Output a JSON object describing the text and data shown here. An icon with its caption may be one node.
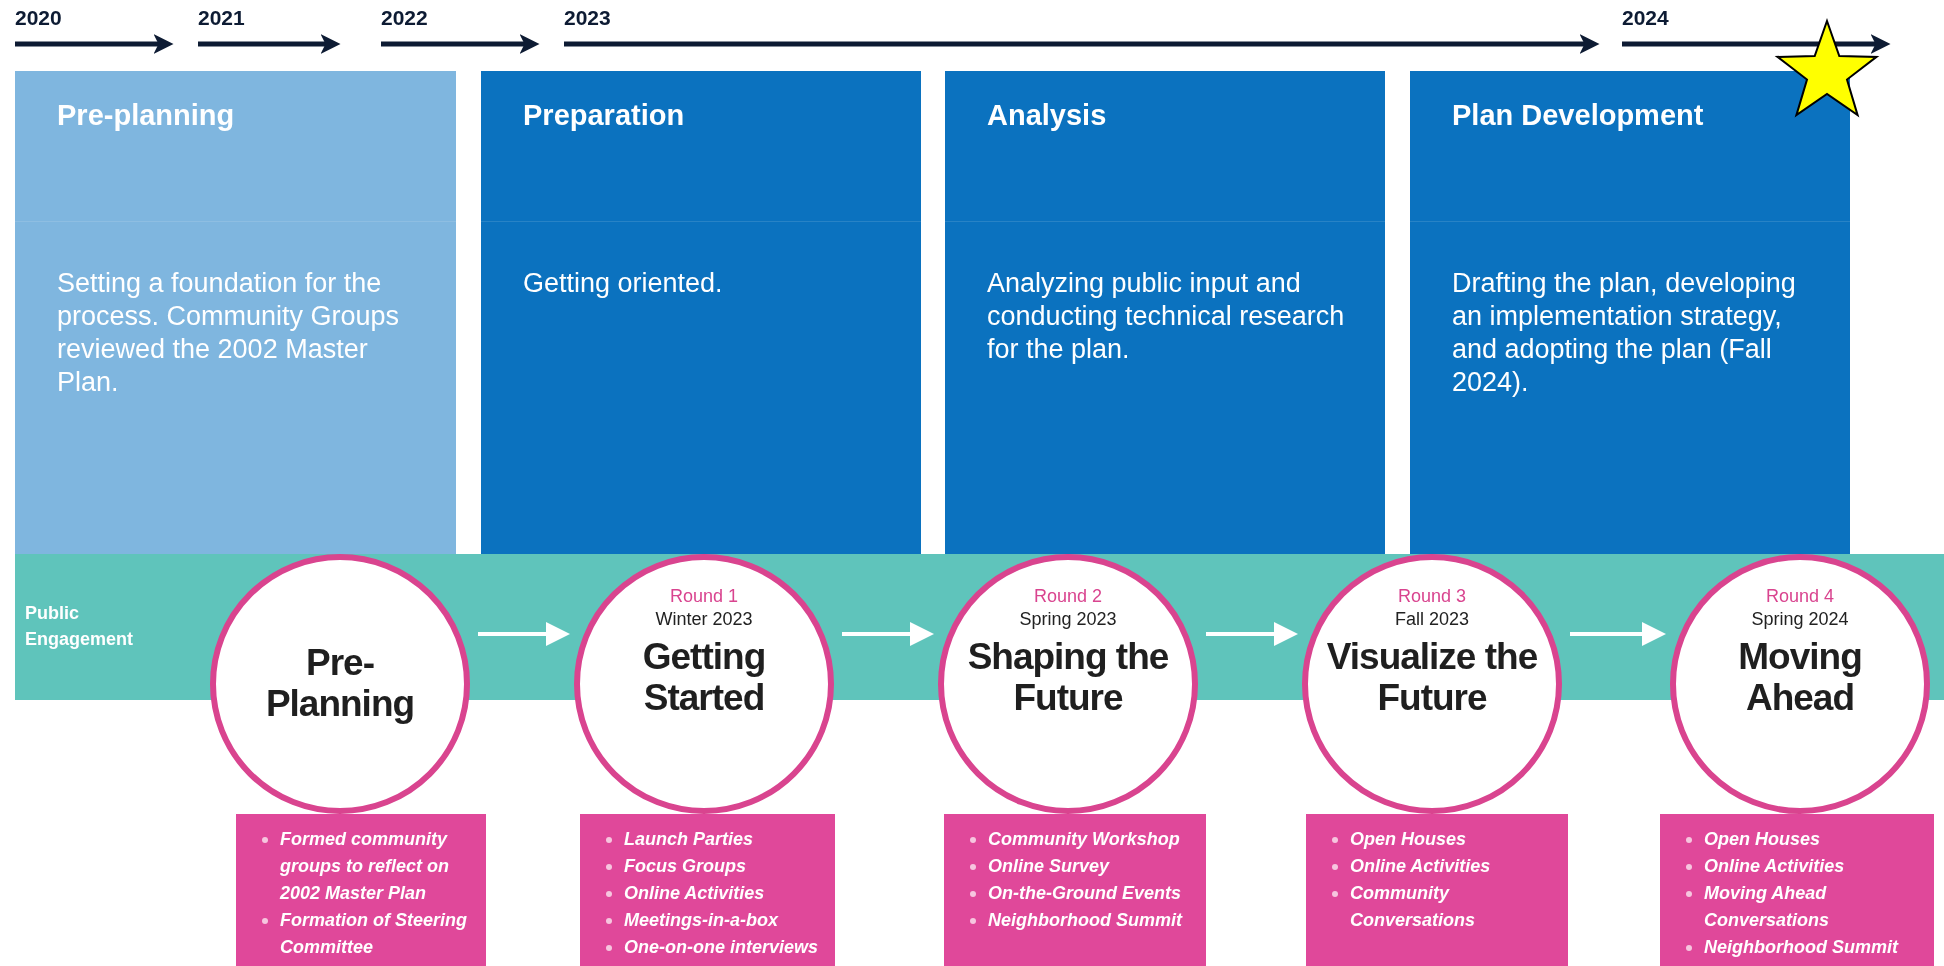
{
  "diagram": {
    "nodes": [
      {
        "text": [
          "Pre-planning",
          "Setting a foundation for the process. Community Groups reviewed the 2002 Master Plan."
        ]
      },
      {
        "text": [
          "Preparation",
          "Getting oriented."
        ]
      },
      {
        "text": [
          "Analysis",
          "Analyzing public input and conducting technical research for the plan."
        ]
      },
      {
        "text": [
          "Plan Development",
          "Drafting the plan, developing an implementation strategy, and adopting the plan (Fall 2024)."
        ]
      },
      {
        "text": [
          "Pre- Planning"
        ]
      },
      {
        "text": [
          "Round 1",
          "Winter 2023",
          "Getting Started"
        ]
      },
      {
        "text": [
          "Round 2",
          "Spring 2023",
          "Shaping the Future"
        ]
      },
      {
        "text": [
          "Round 3",
          "Fall 2023",
          "Visualize the Future"
        ]
      },
      {
        "text": [
          "Round 4",
          "Spring 2024",
          "Moving Ahead"
        ]
      },
      {
        "text": [
          "Formed community groups to reflect on 2002 Master Plan",
          "Formation of Steering Committee"
        ]
      },
      {
        "text": [
          "Launch Parties",
          "Focus Groups",
          "Online Activities",
          "Meetings-in-a-box",
          "One-on-one interviews"
        ]
      },
      {
        "text": [
          "Community Workshop",
          "Online Survey",
          "On-the-Ground Events",
          "Neighborhood Summit"
        ]
      },
      {
        "text": [
          "Open Houses",
          "Online Activities",
          "Community Conversations"
        ]
      },
      {
        "text": [
          "Open Houses",
          "Online Activities",
          "Moving Ahead Conversations",
          "Neighborhood Summit"
        ]
      }
    ],
    "edges": [
      {
        "from": 4,
        "to": 5,
        "arrow": "to"
      },
      {
        "from": 5,
        "to": 6,
        "arrow": "to"
      },
      {
        "from": 6,
        "to": 7,
        "arrow": "to"
      },
      {
        "from": 7,
        "to": 8,
        "arrow": "to"
      }
    ],
    "labels": [
      "2020",
      "2021",
      "2022",
      "2023",
      "2024",
      "Public Engagement"
    ]
  }
}
